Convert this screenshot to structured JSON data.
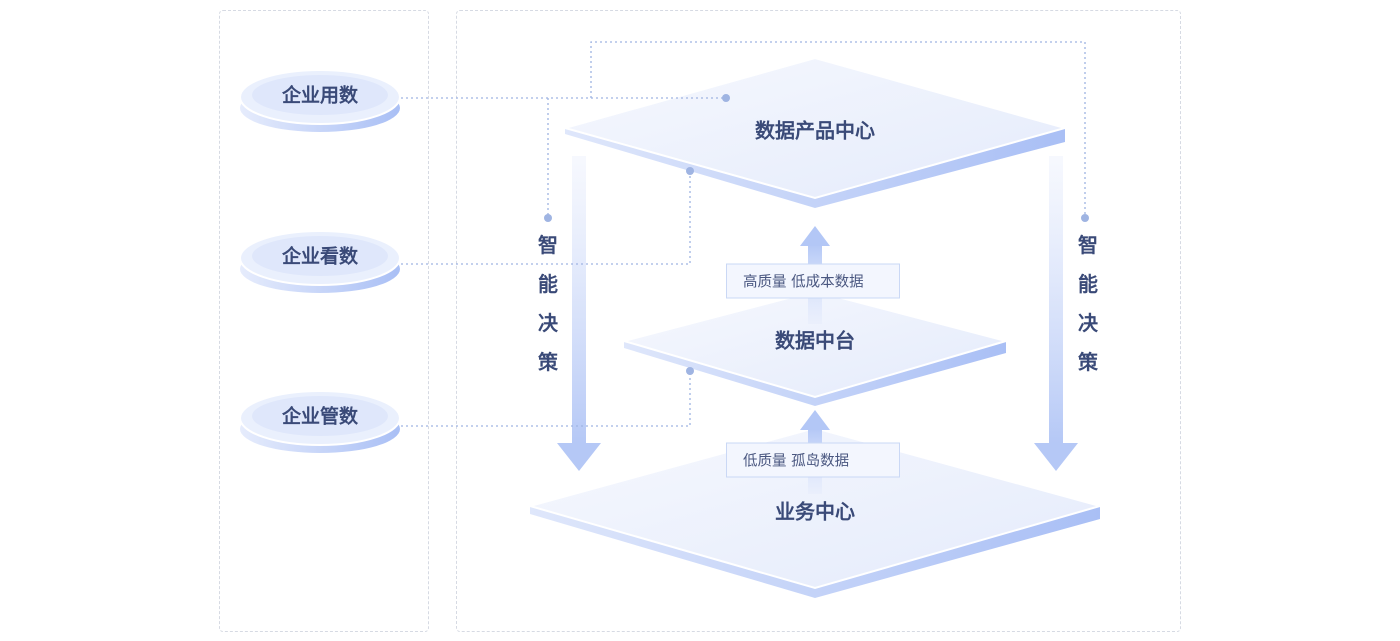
{
  "left_panel": {
    "items": [
      {
        "label": "企业用数"
      },
      {
        "label": "企业看数"
      },
      {
        "label": "企业管数"
      }
    ]
  },
  "layers": {
    "top": "数据产品中心",
    "middle": "数据中台",
    "bottom": "业务中心"
  },
  "notes": {
    "upper": "高质量 低成本数据",
    "lower": "低质量 孤岛数据"
  },
  "side_text": {
    "left": [
      "智",
      "能",
      "决",
      "策"
    ],
    "right": [
      "智",
      "能",
      "决",
      "策"
    ]
  },
  "colors": {
    "text": "#3a4a78",
    "accent_light": "#e8eefc",
    "accent_edge": "#aec4f6",
    "connector": "#9fb4e2"
  }
}
